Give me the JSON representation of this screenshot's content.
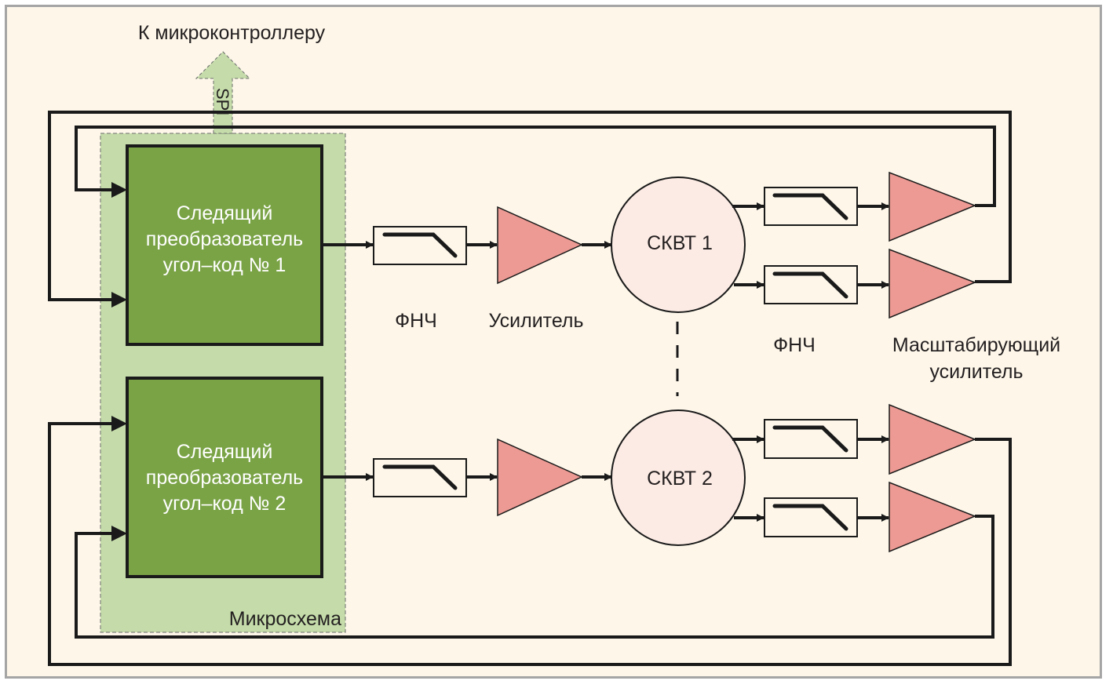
{
  "colors": {
    "background": "#fdf6e9",
    "frame_border": "#a5a5a5",
    "chip_area": "#c5dcaa",
    "converter_block": "#7aa346",
    "amplifier": "#ec9a93",
    "resolver": "#fcebe4",
    "wire": "#1a1a1a"
  },
  "top_label": "К микроконтроллеру",
  "spi_label": "SPI",
  "chip_label": "Микросхема",
  "converters": [
    {
      "lines": [
        "Следящий",
        "преобразователь",
        "угол–код № 1"
      ]
    },
    {
      "lines": [
        "Следящий",
        "преобразователь",
        "угол–код № 2"
      ]
    }
  ],
  "resolvers": [
    {
      "label": "СКВТ 1"
    },
    {
      "label": "СКВТ 2"
    }
  ],
  "labels": {
    "lpf_input": "ФНЧ",
    "amplifier": "Усилитель",
    "lpf_output": "ФНЧ",
    "scaling_amp_line1": "Масштабирующий",
    "scaling_amp_line2": "усилитель"
  }
}
